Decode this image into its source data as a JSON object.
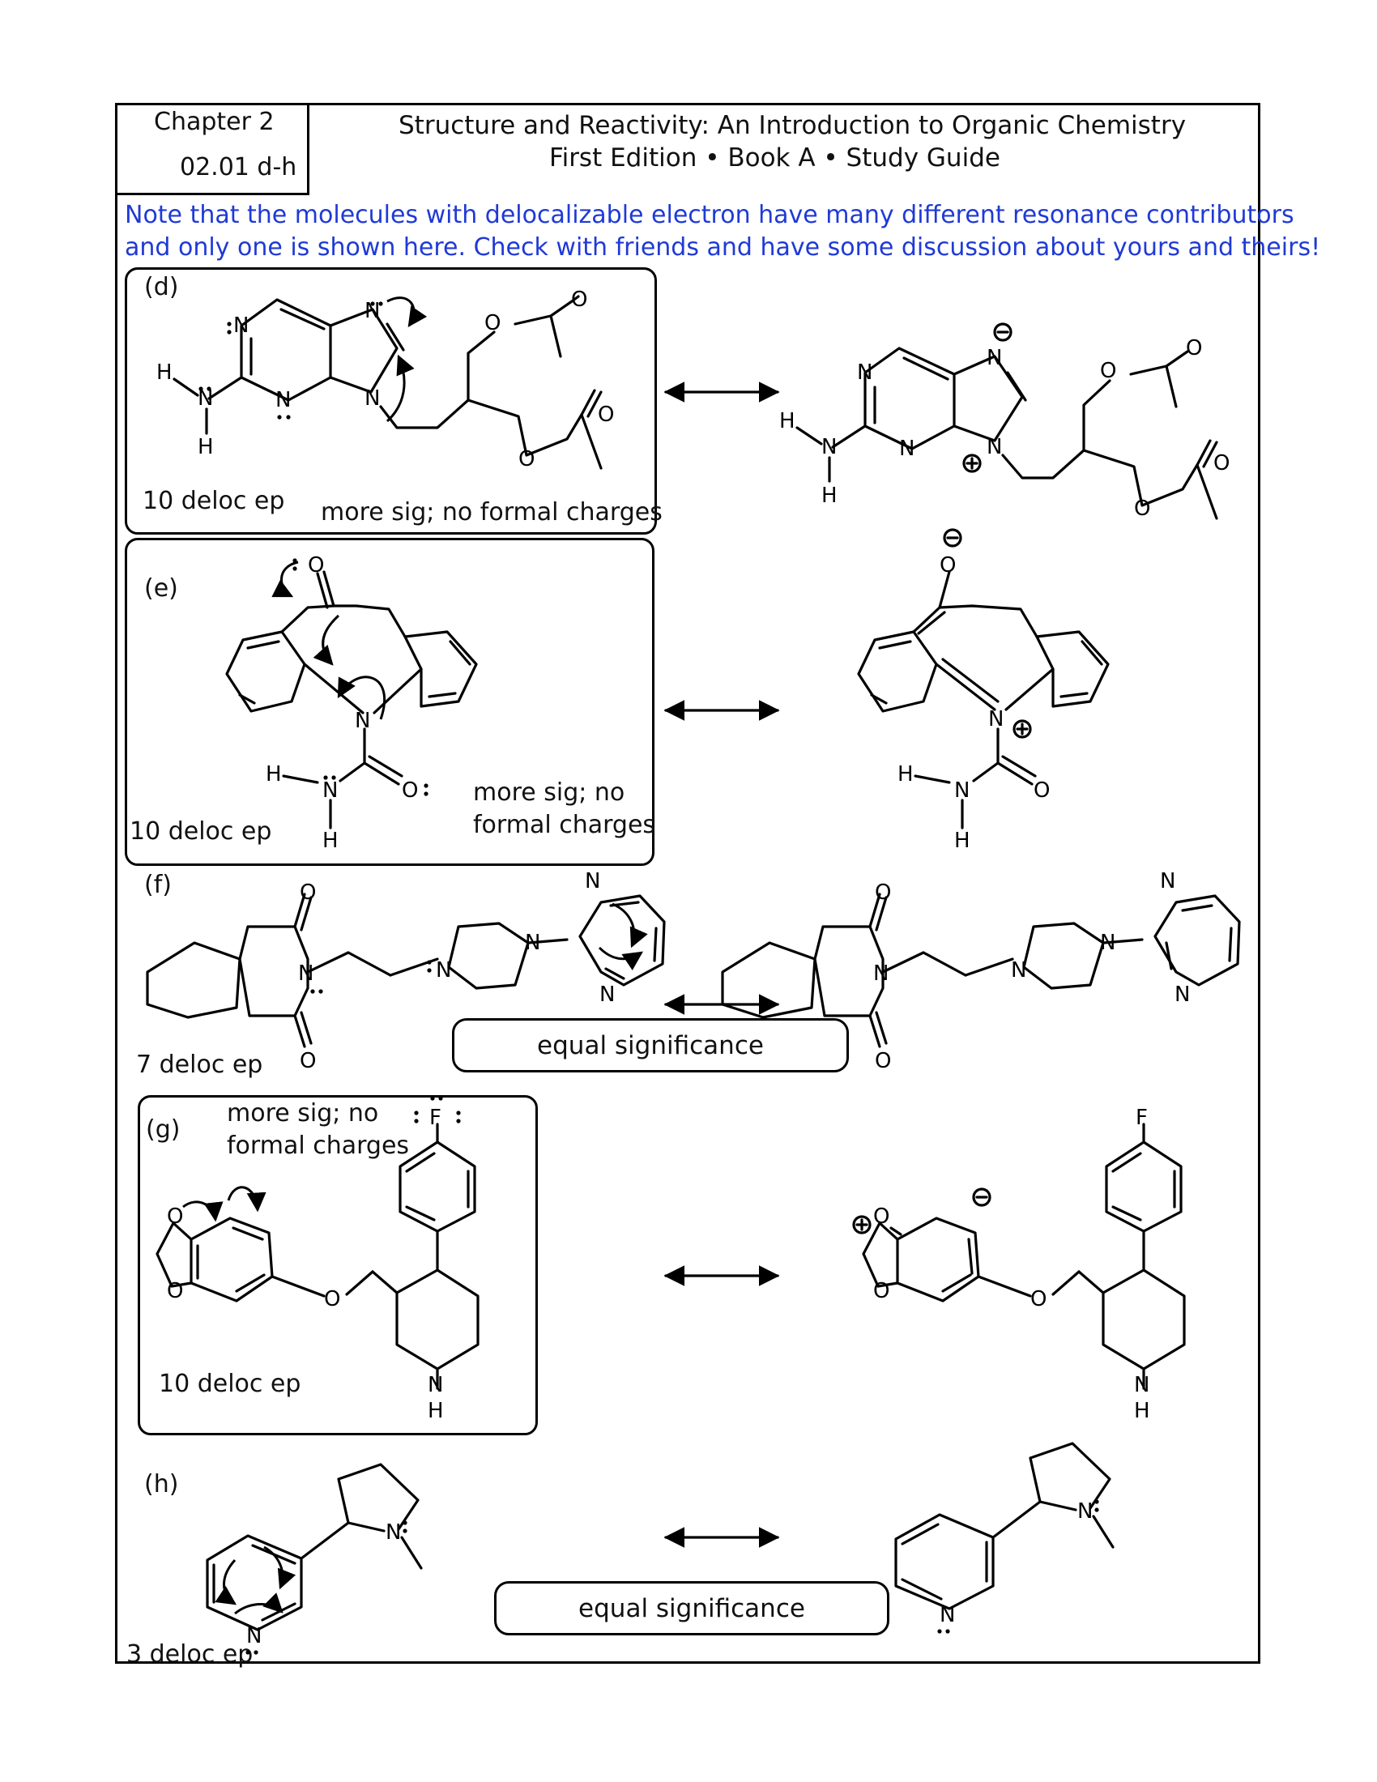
{
  "header": {
    "chapter": "Chapter 2",
    "section": "02.01 d-h",
    "title_line1": "Structure and Reactivity: An Introduction to Organic Chemistry",
    "title_line2": "First Edition • Book A • Study Guide"
  },
  "note": {
    "line1": "Note that the molecules with delocalizable electron have many different resonance contributors",
    "line2": "and only one is shown here. Check with friends and have some discussion about yours and theirs!",
    "color": "#1f3ad6"
  },
  "problems": [
    {
      "label": "(d)",
      "deloc": "10 deloc ep",
      "remark": "more sig; no formal charges",
      "remark_lines": []
    },
    {
      "label": "(e)",
      "deloc": "10 deloc ep",
      "remark": "",
      "remark_lines": [
        "more sig; no",
        "formal charges"
      ]
    },
    {
      "label": "(f)",
      "deloc": "7 deloc ep",
      "remark": "equal significance",
      "remark_lines": []
    },
    {
      "label": "(g)",
      "deloc": "10 deloc ep",
      "remark": "",
      "remark_lines": [
        "more sig; no",
        "formal charges"
      ]
    },
    {
      "label": "(h)",
      "deloc": "3 deloc ep",
      "remark": "equal significance",
      "remark_lines": []
    }
  ],
  "atoms": {
    "N": "N",
    "O": "O",
    "H": "H",
    "F": "F",
    "plus": "+",
    "minus": "−"
  }
}
